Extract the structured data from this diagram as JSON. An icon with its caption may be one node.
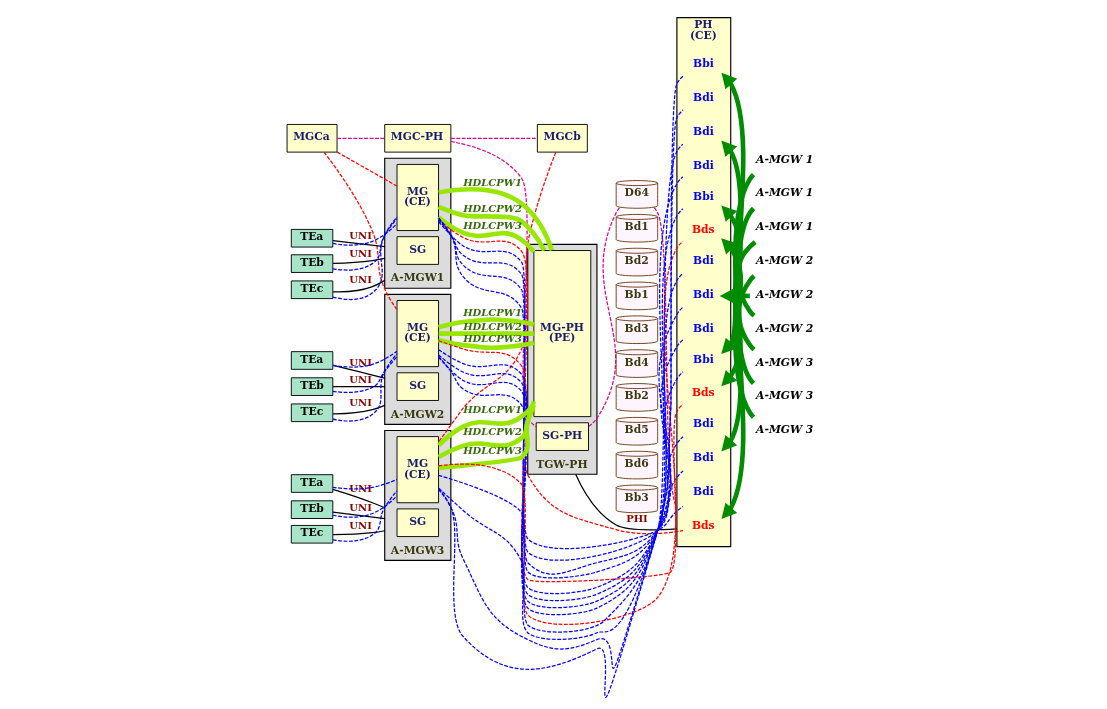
{
  "diagram": {
    "nodes": [
      {
        "text": [
          "MGCa"
        ]
      },
      {
        "text": [
          "MGC-PH"
        ]
      },
      {
        "text": [
          "TGW-PH"
        ]
      },
      {
        "text": [
          "SG-PH"
        ],
        "in": 2
      },
      {
        "text": [
          "MG-PH (PE)"
        ],
        "in": 2
      },
      {
        "text": [
          "PH (CE)"
        ]
      },
      {
        "text": [
          "D64"
        ]
      },
      {
        "text": [
          "MGCb"
        ]
      },
      {
        "text": [
          "A-MGW1"
        ]
      },
      {
        "text": [
          "SG"
        ],
        "in": 8
      },
      {
        "text": [
          "MG (CE)"
        ],
        "in": 8
      },
      {
        "text": [
          "TEa"
        ]
      },
      {
        "text": [
          "TEb"
        ]
      },
      {
        "text": [
          "TEc"
        ]
      },
      {
        "text": [
          "Bd1"
        ]
      },
      {
        "text": [
          "Bd2"
        ]
      },
      {
        "text": [
          "Bb1"
        ]
      },
      {
        "text": [
          "Bds"
        ],
        "in": 5
      },
      {
        "text": [
          "Bdi"
        ],
        "in": 5
      },
      {
        "text": [
          "Bdi"
        ],
        "in": 5
      },
      {
        "text": [
          "Bdi"
        ],
        "in": 5
      },
      {
        "text": [
          "Bbi"
        ],
        "in": 5
      },
      {
        "text": [
          "A-MGW 1"
        ]
      },
      {
        "text": [
          "A-MGW 1"
        ]
      },
      {
        "text": [
          "A-MGW 1"
        ]
      },
      {
        "text": [
          "A-MGW2"
        ]
      },
      {
        "text": [
          "SG"
        ],
        "in": 25
      },
      {
        "text": [
          "MG (CE)"
        ],
        "in": 25
      },
      {
        "text": [
          "TEa"
        ]
      },
      {
        "text": [
          "TEb"
        ]
      },
      {
        "text": [
          "TEc"
        ]
      },
      {
        "text": [
          "Bd3"
        ]
      },
      {
        "text": [
          "Bd4"
        ]
      },
      {
        "text": [
          "Bb2"
        ]
      },
      {
        "text": [
          "Bds"
        ],
        "in": 5
      },
      {
        "text": [
          "Bdi"
        ],
        "in": 5
      },
      {
        "text": [
          "Bdi"
        ],
        "in": 5
      },
      {
        "text": [
          "Bdi"
        ],
        "in": 5
      },
      {
        "text": [
          "Bbi"
        ],
        "in": 5
      },
      {
        "text": [
          "A-MGW 2"
        ]
      },
      {
        "text": [
          "A-MGW 2"
        ]
      },
      {
        "text": [
          "A-MGW 2"
        ]
      },
      {
        "text": [
          "A-MGW3"
        ]
      },
      {
        "text": [
          "SG"
        ],
        "in": 42
      },
      {
        "text": [
          "MG (CE)"
        ],
        "in": 42
      },
      {
        "text": [
          "TEa"
        ]
      },
      {
        "text": [
          "TEb"
        ]
      },
      {
        "text": [
          "TEc"
        ]
      },
      {
        "text": [
          "Bd5"
        ]
      },
      {
        "text": [
          "Bd6"
        ]
      },
      {
        "text": [
          "Bb3"
        ]
      },
      {
        "text": [
          "Bds"
        ],
        "in": 5
      },
      {
        "text": [
          "Bdi"
        ],
        "in": 5
      },
      {
        "text": [
          "Bdi"
        ],
        "in": 5
      },
      {
        "text": [
          "Bdi"
        ],
        "in": 5
      },
      {
        "text": [
          "Bbi"
        ],
        "in": 5
      },
      {
        "text": [
          "A-MGW 3"
        ]
      },
      {
        "text": [
          "A-MGW 3"
        ]
      },
      {
        "text": [
          "A-MGW 3"
        ]
      }
    ],
    "edges": [
      {
        "from": 0,
        "to": 1,
        "arrow": "none",
        "style": "dashed",
        "color": "#e0008c"
      },
      {
        "from": 1,
        "to": 3,
        "arrow": "none",
        "style": "dashed",
        "color": "#e0008c"
      },
      {
        "from": 3,
        "to": 6,
        "arrow": "none",
        "style": "dashed",
        "color": "#e0008c"
      },
      {
        "from": 6,
        "to": 5,
        "arrow": "none",
        "style": "dashed",
        "color": "#e0008c"
      },
      {
        "from": 1,
        "to": 7,
        "arrow": "none",
        "style": "dashed",
        "color": "#e0008c"
      },
      {
        "from": 2,
        "to": 5,
        "arrow": "none",
        "label": "PHI",
        "color": "#000000"
      },
      {
        "from": 0,
        "to": 10,
        "arrow": "none",
        "style": "dashed",
        "color": "#ff0000"
      },
      {
        "from": 0,
        "to": 27,
        "arrow": "none",
        "style": "dashed",
        "color": "#ff0000"
      },
      {
        "from": 7,
        "to": 44,
        "arrow": "none",
        "style": "dashed",
        "color": "#ff0000"
      },
      {
        "from": 11,
        "to": 8,
        "arrow": "none",
        "label": "UNI",
        "color": "#000000"
      },
      {
        "from": 11,
        "to": 10,
        "arrow": "none",
        "style": "dashed",
        "color": "#0000ff"
      },
      {
        "from": 12,
        "to": 8,
        "arrow": "none",
        "label": "UNI",
        "color": "#000000"
      },
      {
        "from": 12,
        "to": 10,
        "arrow": "none",
        "style": "dashed",
        "color": "#0000ff"
      },
      {
        "from": 13,
        "to": 8,
        "arrow": "none",
        "label": "UNI",
        "color": "#000000"
      },
      {
        "from": 13,
        "to": 10,
        "arrow": "none",
        "style": "dashed",
        "color": "#0000ff"
      },
      {
        "from": 10,
        "to": 4,
        "arrow": "none",
        "label": "HDLCPW1",
        "style": "thick",
        "color": "#99e600"
      },
      {
        "from": 10,
        "to": 4,
        "arrow": "none",
        "label": "HDLCPW2",
        "style": "thick",
        "color": "#99e600"
      },
      {
        "from": 10,
        "to": 4,
        "arrow": "none",
        "label": "HDLCPW3",
        "style": "thick",
        "color": "#99e600"
      },
      {
        "from": 10,
        "to": 17,
        "arrow": "none",
        "style": "dashed",
        "color": "#ff0000"
      },
      {
        "from": 10,
        "to": 18,
        "arrow": "none",
        "style": "dashed",
        "color": "#0000ff"
      },
      {
        "from": 10,
        "to": 19,
        "arrow": "none",
        "style": "dashed",
        "color": "#0000ff"
      },
      {
        "from": 10,
        "to": 20,
        "arrow": "none",
        "style": "dashed",
        "color": "#0000ff"
      },
      {
        "from": 10,
        "to": 21,
        "arrow": "none",
        "style": "dashed",
        "color": "#0000ff"
      },
      {
        "from": 22,
        "to": 17,
        "arrow": "to",
        "style": "thick",
        "color": "#008c00"
      },
      {
        "from": 23,
        "to": 19,
        "arrow": "to",
        "style": "thick",
        "color": "#008c00"
      },
      {
        "from": 24,
        "to": 21,
        "arrow": "to",
        "style": "thick",
        "color": "#008c00"
      },
      {
        "from": 28,
        "to": 25,
        "arrow": "none",
        "label": "UNI",
        "color": "#000000"
      },
      {
        "from": 28,
        "to": 27,
        "arrow": "none",
        "style": "dashed",
        "color": "#0000ff"
      },
      {
        "from": 29,
        "to": 25,
        "arrow": "none",
        "label": "UNI",
        "color": "#000000"
      },
      {
        "from": 29,
        "to": 27,
        "arrow": "none",
        "style": "dashed",
        "color": "#0000ff"
      },
      {
        "from": 30,
        "to": 25,
        "arrow": "none",
        "label": "UNI",
        "color": "#000000"
      },
      {
        "from": 30,
        "to": 27,
        "arrow": "none",
        "style": "dashed",
        "color": "#0000ff"
      },
      {
        "from": 27,
        "to": 4,
        "arrow": "none",
        "label": "HDLCPW1",
        "style": "thick",
        "color": "#99e600"
      },
      {
        "from": 27,
        "to": 4,
        "arrow": "none",
        "label": "HDLCPW2",
        "style": "thick",
        "color": "#99e600"
      },
      {
        "from": 27,
        "to": 4,
        "arrow": "none",
        "label": "HDLCPW3",
        "style": "thick",
        "color": "#99e600"
      },
      {
        "from": 27,
        "to": 34,
        "arrow": "none",
        "style": "dashed",
        "color": "#ff0000"
      },
      {
        "from": 27,
        "to": 35,
        "arrow": "none",
        "style": "dashed",
        "color": "#0000ff"
      },
      {
        "from": 27,
        "to": 36,
        "arrow": "none",
        "style": "dashed",
        "color": "#0000ff"
      },
      {
        "from": 27,
        "to": 37,
        "arrow": "none",
        "style": "dashed",
        "color": "#0000ff"
      },
      {
        "from": 27,
        "to": 38,
        "arrow": "none",
        "style": "dashed",
        "color": "#0000ff"
      },
      {
        "from": 39,
        "to": 34,
        "arrow": "to",
        "style": "thick",
        "color": "#008c00"
      },
      {
        "from": 40,
        "to": 36,
        "arrow": "to",
        "style": "thick",
        "color": "#008c00"
      },
      {
        "from": 41,
        "to": 38,
        "arrow": "to",
        "style": "thick",
        "color": "#008c00"
      },
      {
        "from": 45,
        "to": 42,
        "arrow": "none",
        "label": "UNI",
        "color": "#000000"
      },
      {
        "from": 45,
        "to": 44,
        "arrow": "none",
        "style": "dashed",
        "color": "#0000ff"
      },
      {
        "from": 46,
        "to": 42,
        "arrow": "none",
        "label": "UNI",
        "color": "#000000"
      },
      {
        "from": 46,
        "to": 44,
        "arrow": "none",
        "style": "dashed",
        "color": "#0000ff"
      },
      {
        "from": 47,
        "to": 42,
        "arrow": "none",
        "label": "UNI",
        "color": "#000000"
      },
      {
        "from": 47,
        "to": 44,
        "arrow": "none",
        "style": "dashed",
        "color": "#0000ff"
      },
      {
        "from": 44,
        "to": 4,
        "arrow": "none",
        "label": "HDLCPW1",
        "style": "thick",
        "color": "#99e600"
      },
      {
        "from": 44,
        "to": 4,
        "arrow": "none",
        "label": "HDLCPW2",
        "style": "thick",
        "color": "#99e600"
      },
      {
        "from": 44,
        "to": 4,
        "arrow": "none",
        "label": "HDLCPW3",
        "style": "thick",
        "color": "#99e600"
      },
      {
        "from": 44,
        "to": 51,
        "arrow": "none",
        "style": "dashed",
        "color": "#ff0000"
      },
      {
        "from": 44,
        "to": 52,
        "arrow": "none",
        "style": "dashed",
        "color": "#0000ff"
      },
      {
        "from": 44,
        "to": 53,
        "arrow": "none",
        "style": "dashed",
        "color": "#0000ff"
      },
      {
        "from": 44,
        "to": 54,
        "arrow": "none",
        "style": "dashed",
        "color": "#0000ff"
      },
      {
        "from": 44,
        "to": 55,
        "arrow": "none",
        "style": "dashed",
        "color": "#0000ff"
      },
      {
        "from": 56,
        "to": 51,
        "arrow": "to",
        "style": "thick",
        "color": "#008c00"
      },
      {
        "from": 57,
        "to": 53,
        "arrow": "to",
        "style": "thick",
        "color": "#008c00"
      },
      {
        "from": 58,
        "to": 55,
        "arrow": "to",
        "style": "thick",
        "color": "#008c00"
      }
    ]
  }
}
